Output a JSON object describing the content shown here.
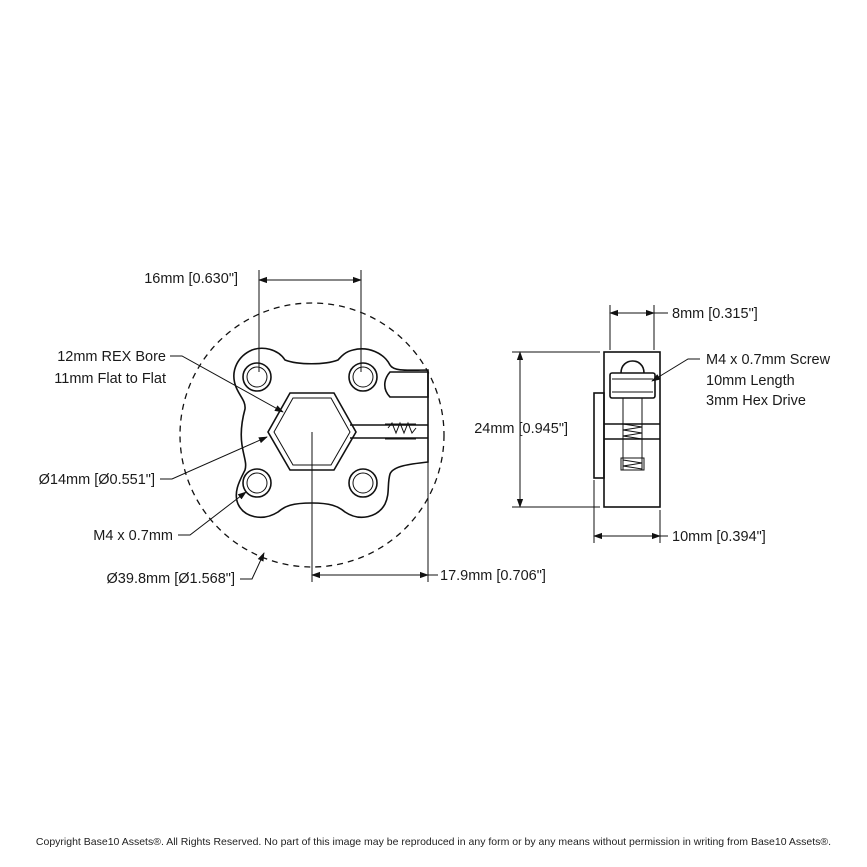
{
  "labels": {
    "hole_spacing": "16mm [0.630\"]",
    "bore_line1": "12mm REX Bore",
    "bore_line2": "11mm Flat to Flat",
    "inner_diameter": "Ø14mm [Ø0.551\"]",
    "thread": "M4 x 0.7mm",
    "outer_diameter": "Ø39.8mm [Ø1.568\"]",
    "offset": "17.9mm [0.706\"]",
    "slot_width": "8mm [0.315\"]",
    "screw_line1": "M4 x 0.7mm Screw",
    "screw_line2": "10mm Length",
    "screw_line3": "3mm Hex Drive",
    "height": "24mm [0.945\"]",
    "thickness": "10mm [0.394\"]"
  },
  "footer": {
    "copyright": "Copyright Base10 Assets®.  All Rights Reserved. No part of this image may be reproduced in any form or by any means without permission in writing from Base10 Assets®."
  }
}
